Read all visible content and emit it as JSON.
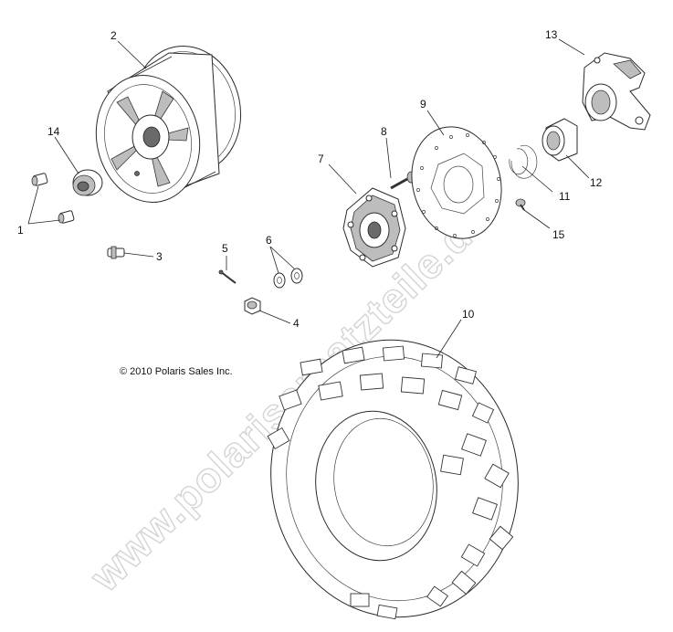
{
  "copyright": "© 2010 Polaris Sales Inc.",
  "watermark": "www.polarisersatzteile.de",
  "callouts": {
    "c1": "1",
    "c2": "2",
    "c3": "3",
    "c4": "4",
    "c5": "5",
    "c6": "6",
    "c7": "7",
    "c8": "8",
    "c9": "9",
    "c10": "10",
    "c11": "11",
    "c12": "12",
    "c13": "13",
    "c14": "14",
    "c15": "15"
  }
}
